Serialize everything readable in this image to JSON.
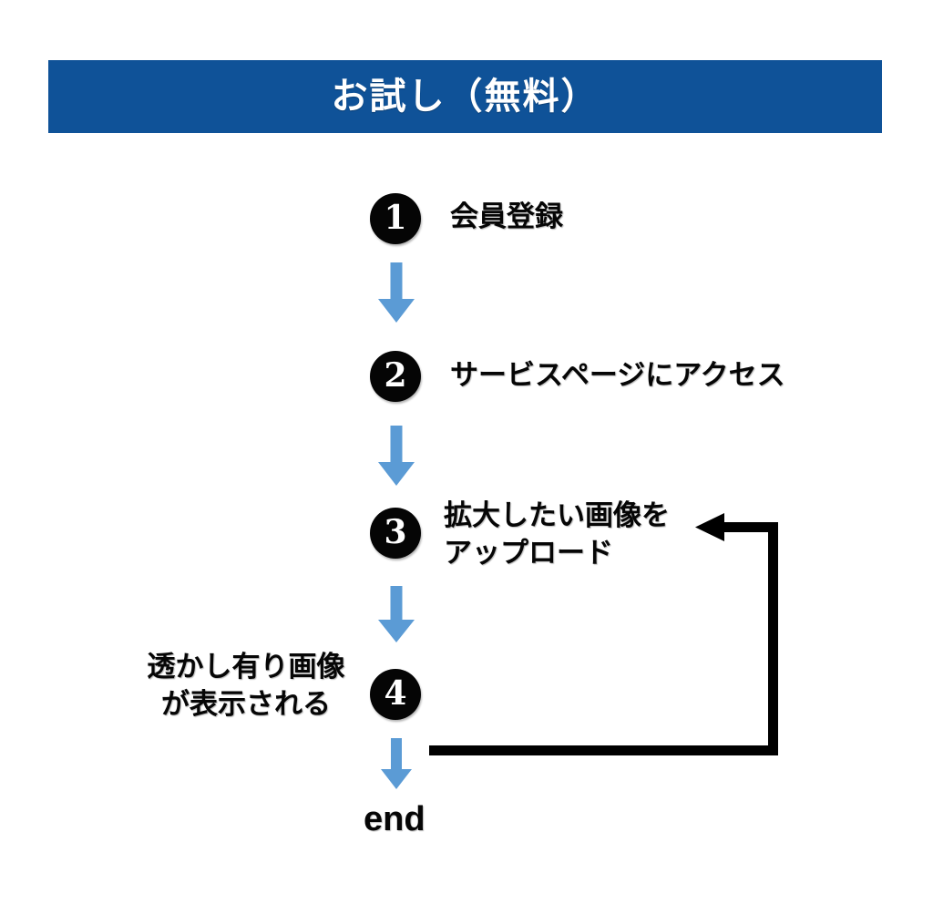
{
  "banner": {
    "title": "お試し（無料）",
    "background_color": "#0F5298",
    "text_color": "#FFFFFF"
  },
  "colors": {
    "arrow_blue": "#5B9BD5",
    "circle_black": "#050505",
    "loop_black": "#000000",
    "canvas": "#FFFFFF"
  },
  "flow": {
    "steps": [
      {
        "number": "1",
        "label": "会員登録",
        "label_side": "right"
      },
      {
        "number": "2",
        "label": "サービスページにアクセス",
        "label_side": "right"
      },
      {
        "number": "3",
        "label_line1": "拡大したい画像を",
        "label_line2": "アップロード",
        "label_side": "right"
      },
      {
        "number": "4",
        "label_line1": "透かし有り画像",
        "label_line2": "が表示される",
        "label_side": "left"
      }
    ],
    "connectors": [
      {
        "name": "arrow-1-to-2",
        "direction": "down",
        "color": "#5B9BD5"
      },
      {
        "name": "arrow-2-to-3",
        "direction": "down",
        "color": "#5B9BD5"
      },
      {
        "name": "arrow-3-to-4",
        "direction": "down",
        "color": "#5B9BD5"
      },
      {
        "name": "arrow-4-to-end",
        "direction": "down",
        "color": "#5B9BD5"
      }
    ],
    "feedback_loop": {
      "name": "loop-step4-to-step3",
      "from_step": "4",
      "to_step": "3",
      "direction": "left",
      "color": "#000000"
    },
    "end": {
      "label": "end"
    }
  }
}
